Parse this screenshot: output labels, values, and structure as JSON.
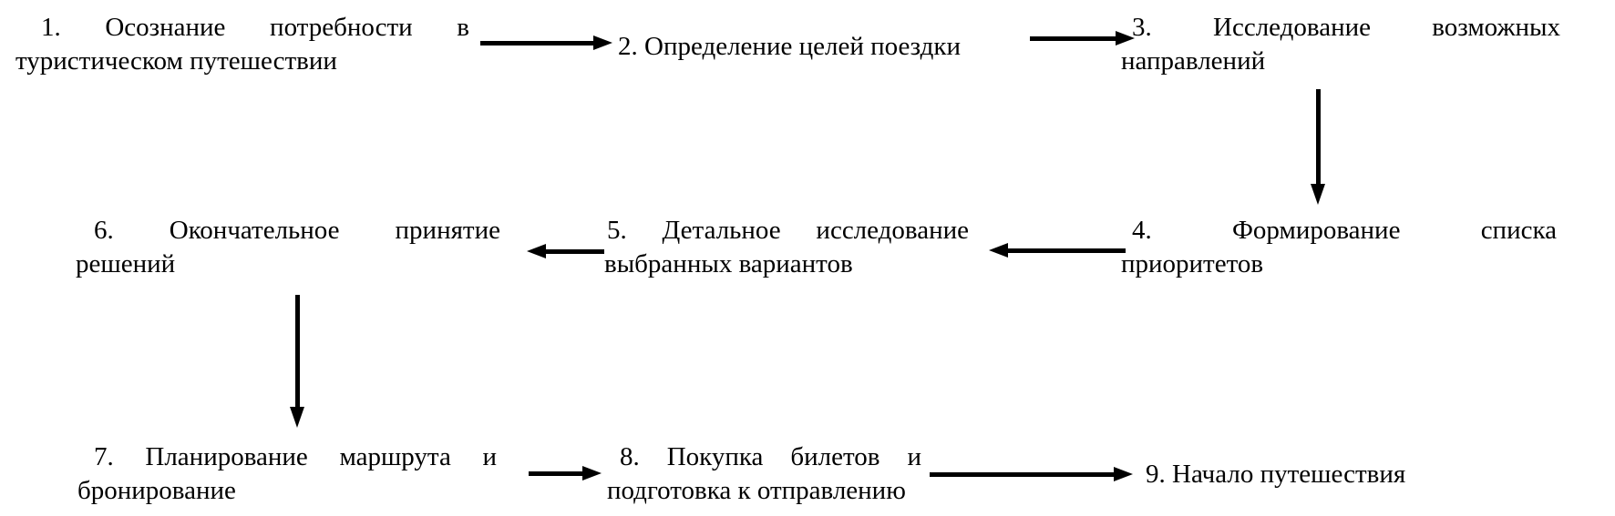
{
  "page": {
    "background_color": "#ffffff",
    "text_color": "#000000",
    "arrow_color": "#000000"
  },
  "flowchart": {
    "description": "Serpentine process flow of tourist trip decision making, steps 1-9",
    "steps": [
      {
        "number": "1",
        "text": "Осознание потребности в туристическом путешествии",
        "lines": [
          "1. Осознание потребности в",
          "туристическом путешествии"
        ]
      },
      {
        "number": "2",
        "text": "Определение целей поездки",
        "lines": [
          "2. Определение целей поездки"
        ]
      },
      {
        "number": "3",
        "text": "Исследование возможных направлений",
        "lines": [
          "3. Исследование возможных",
          "направлений"
        ]
      },
      {
        "number": "4",
        "text": "Формирование списка приоритетов",
        "lines": [
          "4. Формирование списка",
          "приоритетов"
        ]
      },
      {
        "number": "5",
        "text": "Детальное исследование выбранных вариантов",
        "lines": [
          "5. Детальное исследование",
          "выбранных вариантов"
        ]
      },
      {
        "number": "6",
        "text": "Окончательное принятие решений",
        "lines": [
          "6. Окончательное принятие",
          "решений"
        ]
      },
      {
        "number": "7",
        "text": "Планирование маршрута и бронирование",
        "lines": [
          "7. Планирование маршрута и",
          "бронирование"
        ]
      },
      {
        "number": "8",
        "text": "Покупка билетов и подготовка к отправлению",
        "lines": [
          "8. Покупка билетов и",
          "подготовка к отправлению"
        ]
      },
      {
        "number": "9",
        "text": "Начало путешествия",
        "lines": [
          "9. Начало путешествия"
        ]
      }
    ],
    "connections": [
      {
        "from": "1",
        "to": "2",
        "direction": "right"
      },
      {
        "from": "2",
        "to": "3",
        "direction": "right"
      },
      {
        "from": "3",
        "to": "4",
        "direction": "down"
      },
      {
        "from": "4",
        "to": "5",
        "direction": "left"
      },
      {
        "from": "5",
        "to": "6",
        "direction": "left"
      },
      {
        "from": "6",
        "to": "7",
        "direction": "down"
      },
      {
        "from": "7",
        "to": "8",
        "direction": "right"
      },
      {
        "from": "8",
        "to": "9",
        "direction": "right"
      }
    ]
  }
}
